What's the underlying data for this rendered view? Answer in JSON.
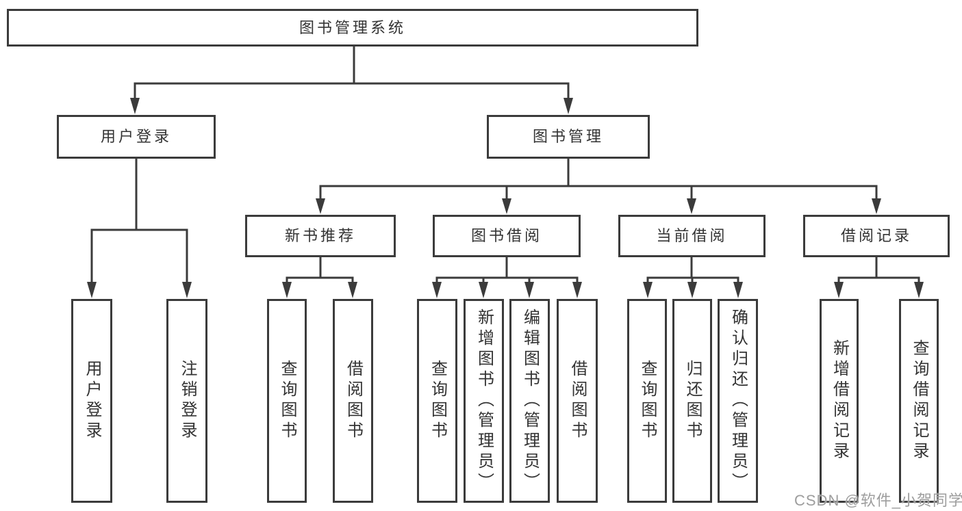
{
  "nodes": {
    "root": {
      "label": "图书管理系统"
    },
    "branches": [
      {
        "label": "用户登录"
      },
      {
        "label": "图书管理"
      }
    ],
    "modules": [
      {
        "label": "新书推荐"
      },
      {
        "label": "图书借阅"
      },
      {
        "label": "当前借阅"
      },
      {
        "label": "借阅记录"
      }
    ],
    "leaves": [
      {
        "label": "用户登录"
      },
      {
        "label": "注销登录"
      },
      {
        "label": "查询图书"
      },
      {
        "label": "借阅图书"
      },
      {
        "label": "查询图书"
      },
      {
        "label": "新增图书（管理员）"
      },
      {
        "label": "编辑图书（管理员）"
      },
      {
        "label": "借阅图书"
      },
      {
        "label": "查询图书"
      },
      {
        "label": "归还图书"
      },
      {
        "label": "确认归还（管理员）"
      },
      {
        "label": "新增借阅记录"
      },
      {
        "label": "查询借阅记录"
      }
    ]
  },
  "hierarchy": {
    "图书管理系统": [
      "用户登录",
      "图书管理"
    ],
    "用户登录": [
      "用户登录",
      "注销登录"
    ],
    "图书管理": [
      "新书推荐",
      "图书借阅",
      "当前借阅",
      "借阅记录"
    ],
    "新书推荐": [
      "查询图书",
      "借阅图书"
    ],
    "图书借阅": [
      "查询图书",
      "新增图书（管理员）",
      "编辑图书（管理员）",
      "借阅图书"
    ],
    "当前借阅": [
      "查询图书",
      "归还图书",
      "确认归还（管理员）"
    ],
    "借阅记录": [
      "新增借阅记录",
      "查询借阅记录"
    ]
  },
  "colors": {
    "line": "#3b3b3b",
    "text": "#333333",
    "background": "#ffffff",
    "watermark_text": "#9d9d9d"
  },
  "watermark": {
    "text": "CSDN @软件_小贺同学"
  }
}
